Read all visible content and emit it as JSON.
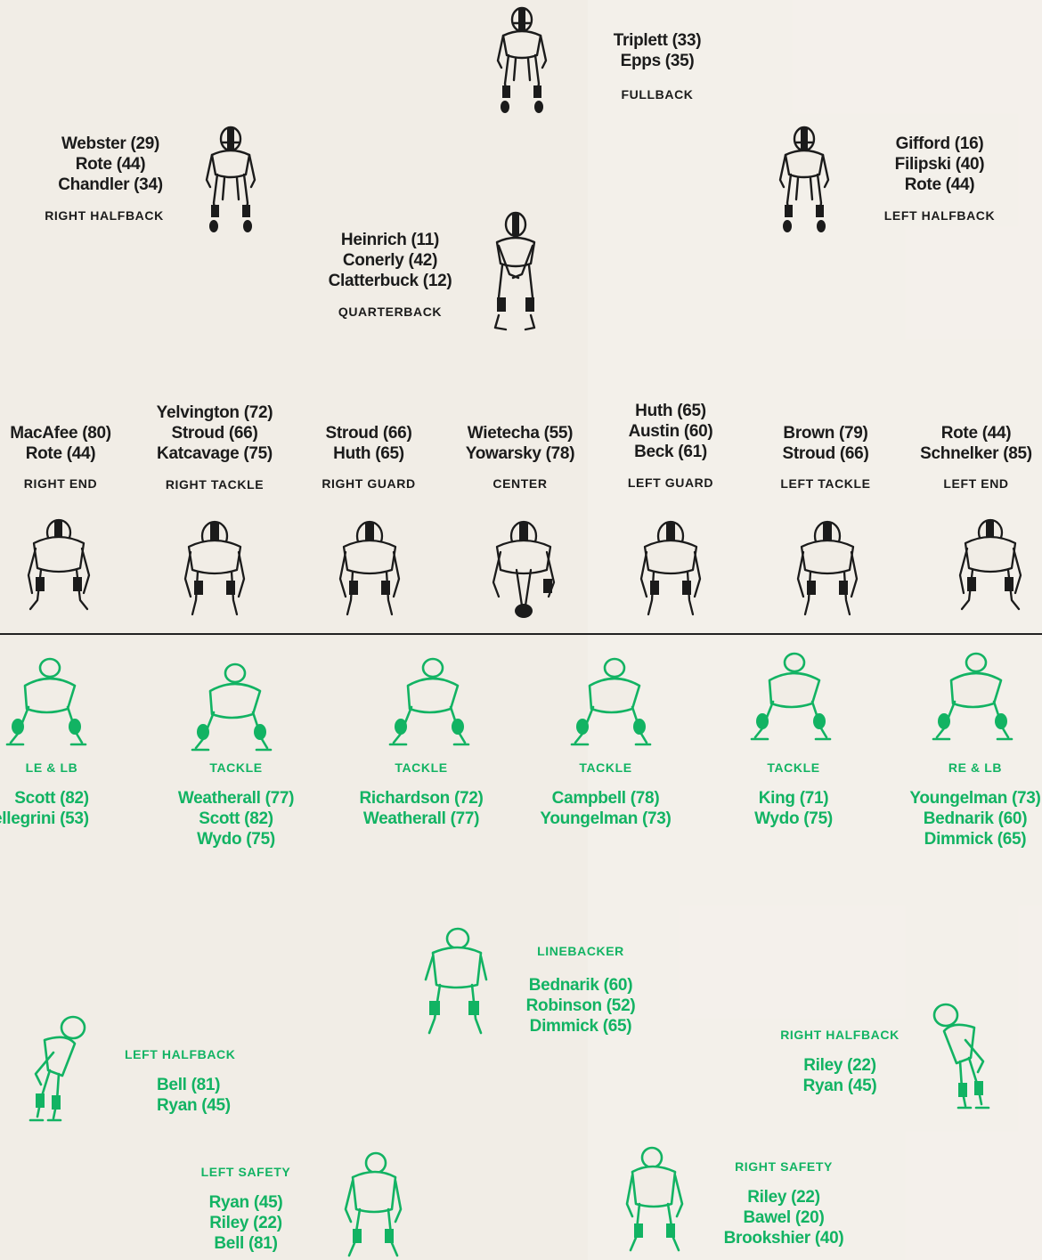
{
  "offense": {
    "fullback": {
      "names": [
        "Triplett (33)",
        "Epps (35)"
      ],
      "position": "FULLBACK"
    },
    "right_halfback": {
      "names": [
        "Webster (29)",
        "Rote (44)",
        "Chandler (34)"
      ],
      "position": "RIGHT HALFBACK"
    },
    "left_halfback": {
      "names": [
        "Gifford (16)",
        "Filipski (40)",
        "Rote (44)"
      ],
      "position": "LEFT HALFBACK"
    },
    "quarterback": {
      "names": [
        "Heinrich (11)",
        "Conerly (42)",
        "Clatterbuck (12)"
      ],
      "position": "QUARTERBACK"
    },
    "right_end": {
      "names": [
        "MacAfee (80)",
        "Rote (44)"
      ],
      "position": "RIGHT END"
    },
    "right_tackle": {
      "names": [
        "Yelvington (72)",
        "Stroud (66)",
        "Katcavage (75)"
      ],
      "position": "RIGHT TACKLE"
    },
    "right_guard": {
      "names": [
        "Stroud (66)",
        "Huth (65)"
      ],
      "position": "RIGHT GUARD"
    },
    "center": {
      "names": [
        "Wietecha (55)",
        "Yowarsky (78)"
      ],
      "position": "CENTER"
    },
    "left_guard": {
      "names": [
        "Huth (65)",
        "Austin (60)",
        "Beck (61)"
      ],
      "position": "LEFT GUARD"
    },
    "left_tackle": {
      "names": [
        "Brown (79)",
        "Stroud (66)"
      ],
      "position": "LEFT TACKLE"
    },
    "left_end": {
      "names": [
        "Rote (44)",
        "Schnelker (85)"
      ],
      "position": "LEFT END"
    }
  },
  "defense": {
    "le_lb": {
      "position": "LE & LB",
      "names": [
        "Scott (82)",
        "ellegrini (53)"
      ]
    },
    "tackle_1": {
      "position": "TACKLE",
      "names": [
        "Weatherall (77)",
        "Scott (82)",
        "Wydo (75)"
      ]
    },
    "tackle_2": {
      "position": "TACKLE",
      "names": [
        "Richardson (72)",
        "Weatherall (77)"
      ]
    },
    "tackle_3": {
      "position": "TACKLE",
      "names": [
        "Campbell (78)",
        "Youngelman (73)"
      ]
    },
    "tackle_4": {
      "position": "TACKLE",
      "names": [
        "King (71)",
        "Wydo (75)"
      ]
    },
    "re_lb": {
      "position": "RE & LB",
      "names": [
        "Youngelman (73)",
        "Bednarik (60)",
        "Dimmick (65)"
      ]
    },
    "linebacker": {
      "position": "LINEBACKER",
      "names": [
        "Bednarik (60)",
        "Robinson (52)",
        "Dimmick (65)"
      ]
    },
    "left_halfback": {
      "position": "LEFT HALFBACK",
      "names": [
        "Bell (81)",
        "Ryan (45)"
      ]
    },
    "right_halfback": {
      "position": "RIGHT HALFBACK",
      "names": [
        "Riley (22)",
        "Ryan (45)"
      ]
    },
    "left_safety": {
      "position": "LEFT SAFETY",
      "names": [
        "Ryan (45)",
        "Riley (22)",
        "Bell (81)"
      ]
    },
    "right_safety": {
      "position": "RIGHT SAFETY",
      "names": [
        "Riley (22)",
        "Bawel (20)",
        "Brookshier (40)"
      ]
    }
  },
  "colors": {
    "offense": "#1b1b1b",
    "defense": "#12b363",
    "paper": "#f1ede6"
  },
  "figures": {
    "offense_icon": "football-player-stance-icon",
    "defense_icon": "football-defender-stance-icon"
  }
}
